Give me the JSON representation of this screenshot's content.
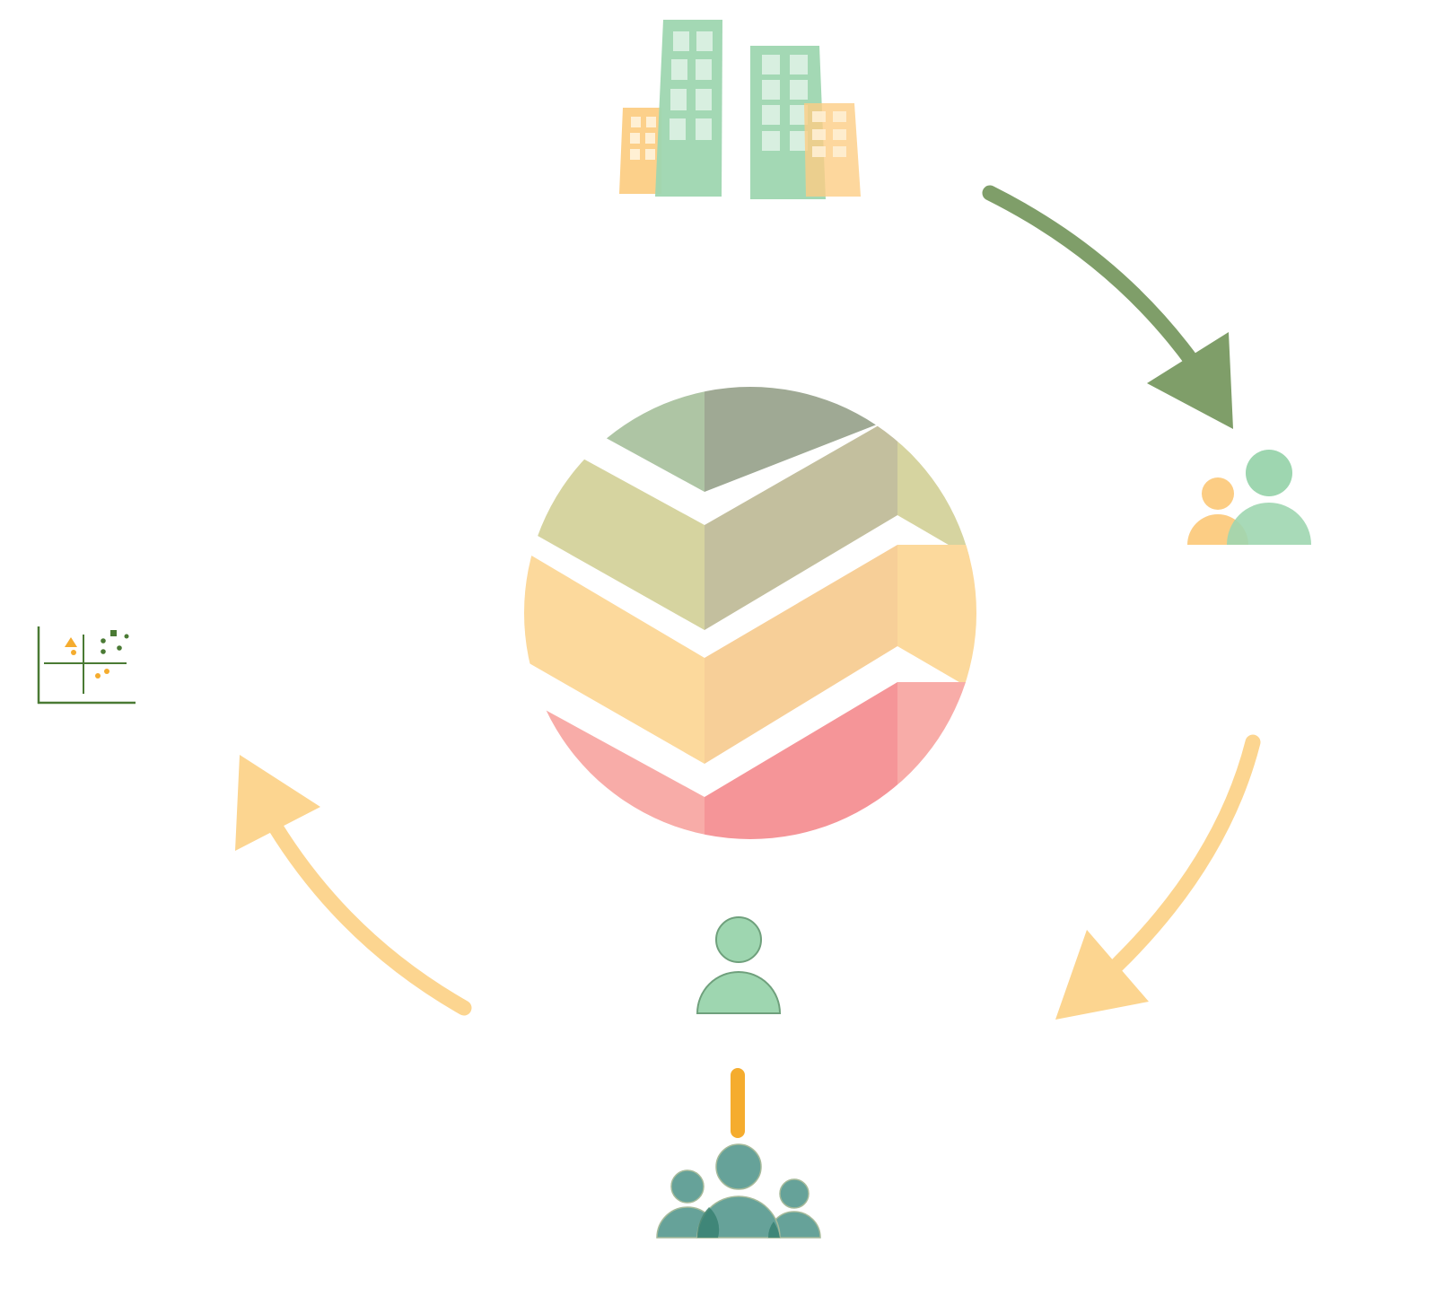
{
  "diagram": {
    "nodes": {
      "top": {
        "icon": "office-buildings-icon"
      },
      "right": {
        "icon": "two-people-icon"
      },
      "bottom": {
        "icon": "group-people-icon"
      },
      "left": {
        "icon": "scatter-plot-icon"
      },
      "inner_bottom": {
        "icon": "single-person-icon"
      },
      "center": {
        "icon": "layered-chevron-circle-icon"
      }
    },
    "edges": [
      {
        "from": "top",
        "to": "right",
        "color": "#7f9e69"
      },
      {
        "from": "right",
        "to": "bottom",
        "color": "#fcd590"
      },
      {
        "from": "bottom",
        "to": "left",
        "color": "#fcd590"
      },
      {
        "from": "inner_bottom",
        "to": "bottom",
        "color": "#f5ac2e"
      }
    ],
    "colors": {
      "mint_green": "#9ed6b0",
      "soft_orange": "#fccd84",
      "olive_green": "#7f9e69",
      "teal": "#66a299",
      "dark_green": "#4a7a34",
      "amber": "#f5ac2e",
      "band_sage": "#aec5a4",
      "band_khaki": "#d6d4a0",
      "band_peach": "#fcd99c",
      "band_pink": "#f8aca8"
    }
  }
}
